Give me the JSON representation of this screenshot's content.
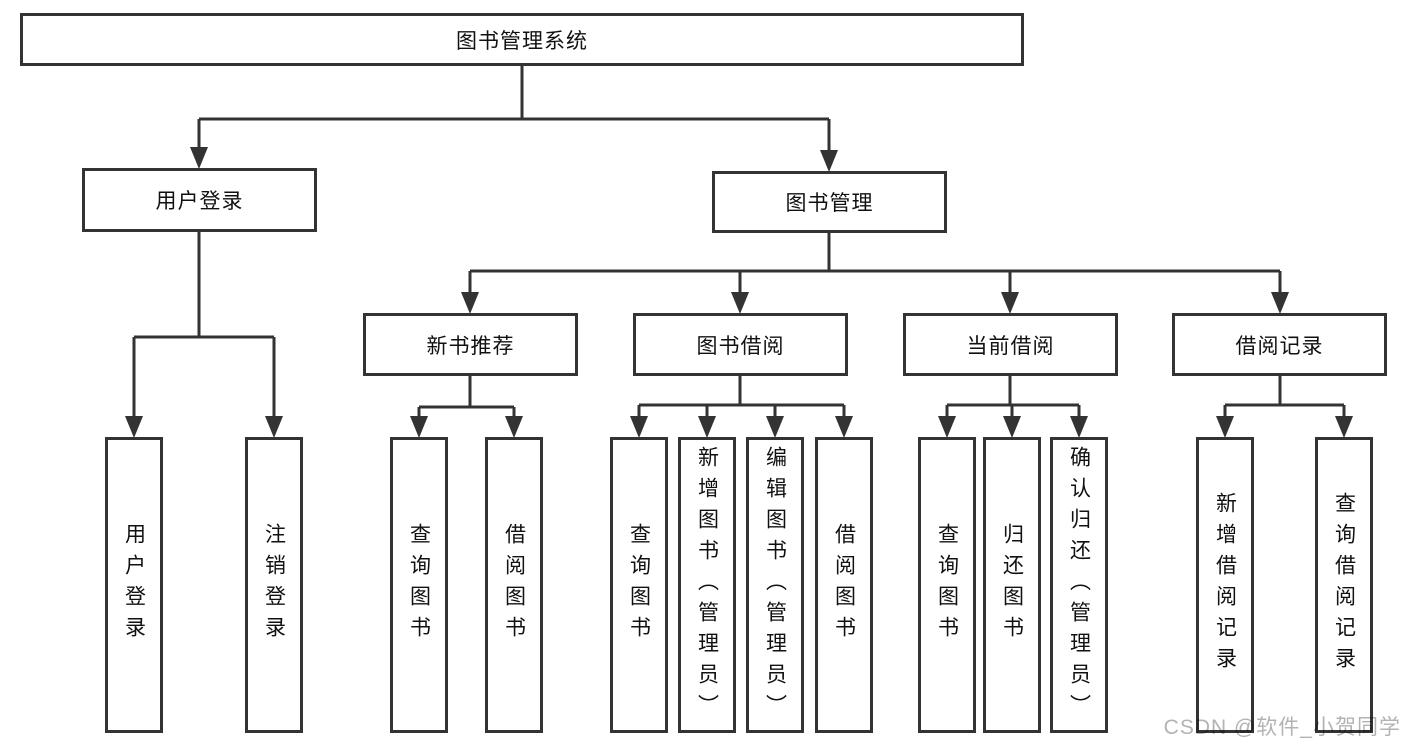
{
  "diagram": {
    "title": "图书管理系统",
    "level2": [
      {
        "label": "用户登录"
      },
      {
        "label": "图书管理"
      }
    ],
    "level3": [
      {
        "label": "新书推荐"
      },
      {
        "label": "图书借阅"
      },
      {
        "label": "当前借阅"
      },
      {
        "label": "借阅记录"
      }
    ],
    "leaves": {
      "user_login": [
        "用户登录",
        "注销登录"
      ],
      "new_book_recommend": [
        "查询图书",
        "借阅图书"
      ],
      "book_borrowing": [
        "查询图书",
        "新增图书（管理员）",
        "编辑图书（管理员）",
        "借阅图书"
      ],
      "current_borrowing": [
        "查询图书",
        "归还图书",
        "确认归还（管理员）"
      ],
      "borrowing_records": [
        "新增借阅记录",
        "查询借阅记录"
      ]
    },
    "colors": {
      "line": "#333333",
      "text": "#111111",
      "background": "#ffffff",
      "watermark": "#b3b3b3"
    }
  },
  "watermark": "CSDN @软件_小贺同学"
}
